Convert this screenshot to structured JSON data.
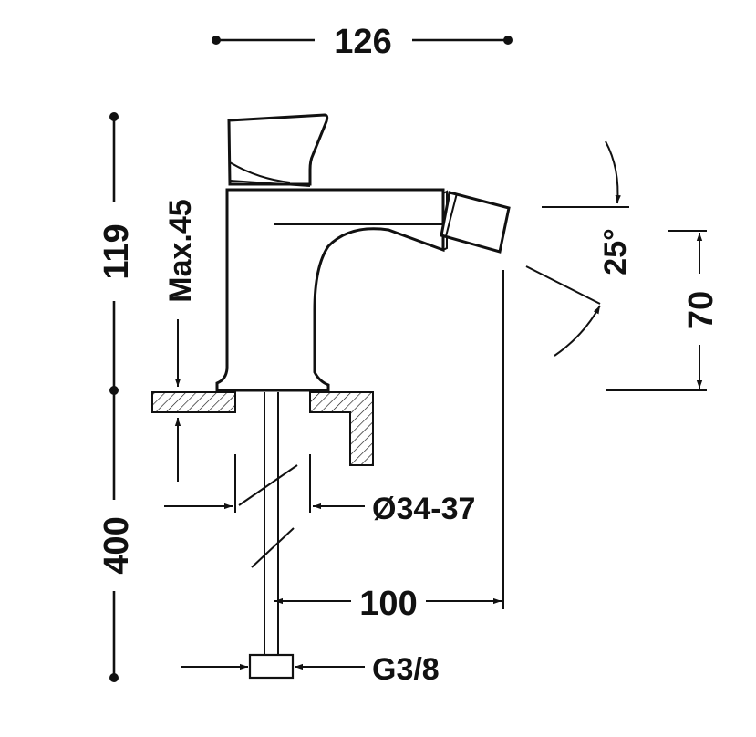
{
  "dimensions": {
    "overall_width": "126",
    "handle_height": "119",
    "max_deck_thickness": "Max.45",
    "pipe_length": "400",
    "hole_diameter": "Ø34-37",
    "spout_reach": "100",
    "connection": "G3/8",
    "spout_angle": "25°",
    "spout_height": "70"
  }
}
